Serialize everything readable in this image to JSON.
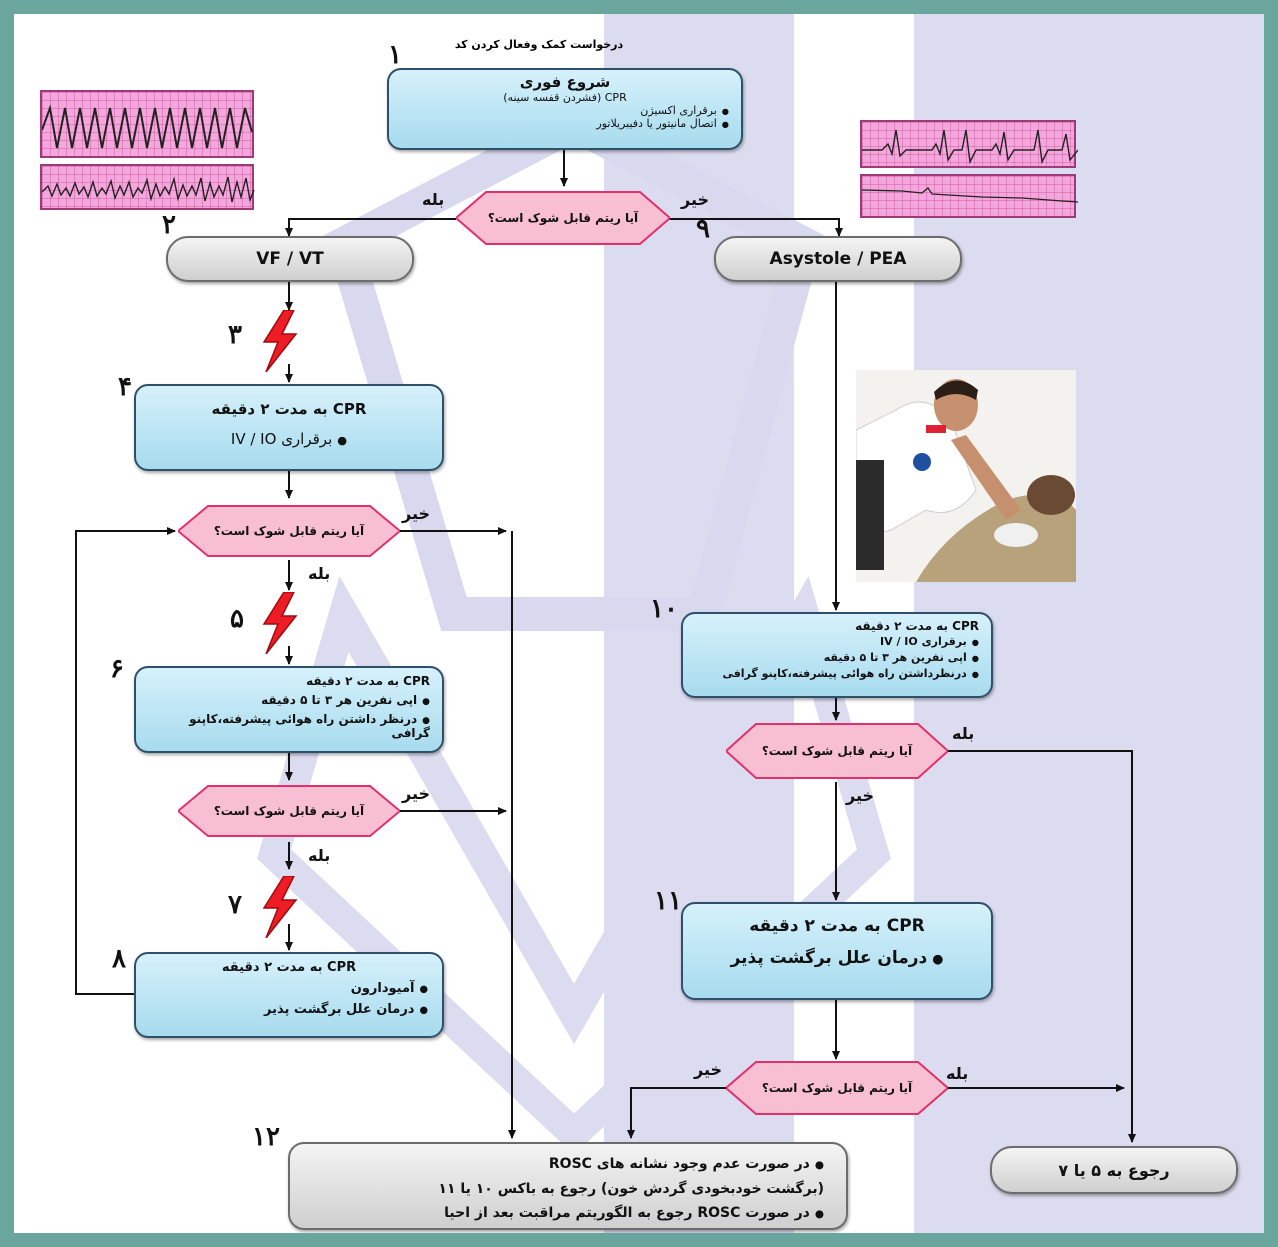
{
  "nodes": {
    "request_code": "درخواست کمک وفعال کردن کد",
    "start_title": "شروع فوری",
    "start_cpr": "CPR (فشردن قفسه سینه)",
    "start_bullet_1": "برقراری اکسیژن",
    "start_bullet_2": "اتصال مانیتور یا دفیبریلاتور",
    "vfvt": "VF / VT",
    "asystole": "Asystole / PEA",
    "box4_title": "CPR به مدت ۲ دقیقه",
    "box4_bullet": "برقراری IV / IO",
    "box6_title": "CPR به مدت ۲ دقیقه",
    "box6_bullet_1": "اپی نفرین هر ۳ تا ۵ دقیقه",
    "box6_bullet_2": "درنظر داشتن راه هوائی پیشرفته،کاپنو گرافی",
    "box8_title": "CPR به مدت ۲ دقیقه",
    "box8_bullet_1": "آمیودارون",
    "box8_bullet_2": "درمان علل برگشت پذیر",
    "box10_title": "CPR به مدت ۲ دقیقه",
    "box10_bullet_1": "برقراری IV / IO",
    "box10_bullet_2": "اپی نفرین هر ۳ تا ۵ دقیقه",
    "box10_bullet_3": "درنظرداشتن راه هوائی پیشرفته،کاپنو گرافی",
    "box11_title": "CPR به مدت ۲ دقیقه",
    "box11_bullet": "درمان علل برگشت پذیر",
    "box12_line_1": "در صورت عدم وجود نشانه های ROSC",
    "box12_line_2": "(برگشت خودبخودی گردش خون) رجوع به باکس ۱۰ یا ۱۱",
    "box12_line_3": "در صورت ROSC رجوع به الگوریتم مراقبت بعد از احیا",
    "return_box": "رجوع به ۵ یا ۷"
  },
  "decision_text": "آیا ریتم قابل شوک است؟",
  "yes": "بله",
  "no": "خیر",
  "step_numbers": [
    "۱",
    "۲",
    "۳",
    "۴",
    "۵",
    "۶",
    "۷",
    "۸",
    "۹",
    "۱۰",
    "۱۱",
    "۱۲"
  ],
  "colors": {
    "frame": "#6aa59e",
    "box_fill": "#bfe7f5",
    "decision_fill": "#f8bfd2",
    "decision_border": "#e0316a",
    "shock_bolt": "#ee1c24",
    "ecg_paper": "#f3a8dd"
  }
}
